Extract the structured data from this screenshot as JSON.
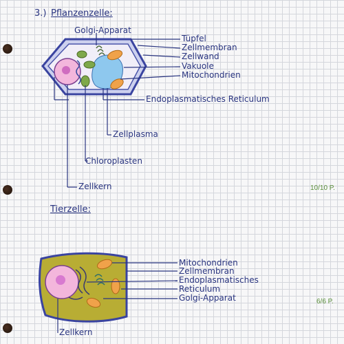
{
  "plant": {
    "title_number": "3.)",
    "title": "Pflanzenzelle:",
    "labels": {
      "golgi": "Golgi-Apparat",
      "tuepfel": "Tüpfel",
      "zellmembran": "Zellmembran",
      "zellwand": "Zellwand",
      "vakuole": "Vakuole",
      "mitochondrien": "Mitochondrien",
      "er": "Endoplasmatisches Reticulum",
      "zellplasma": "Zellplasma",
      "chloroplasten": "Chloroplasten",
      "zellkern": "Zellkern"
    },
    "score": "10/10 P."
  },
  "animal": {
    "title": "Tierzelle:",
    "labels": {
      "mitochondrien": "Mitochondrien",
      "zellmembran": "Zellmembran",
      "er_line1": "Endoplasmatisches",
      "er_line2": "Reticulum",
      "golgi": "Golgi-Apparat",
      "zellkern": "Zellkern"
    },
    "score": "6/6 P."
  },
  "colors": {
    "ink": "#2a3580",
    "score_green": "#5a8f3a",
    "vacuole_blue": "#8ec8ee",
    "chloroplast_green": "#7ea84a",
    "mitochondria_orange": "#f0a24a",
    "nucleus_pink": "#f3b6dc",
    "animal_cytoplasm": "#b8ad34"
  }
}
